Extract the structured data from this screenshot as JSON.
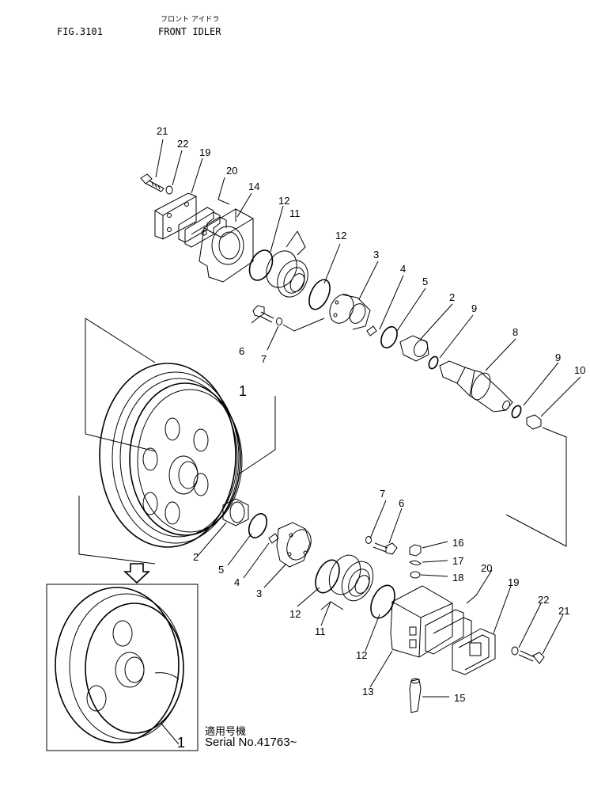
{
  "header": {
    "figure_no": "FIG.3101",
    "title_jp": "フロント アイドラ",
    "title": "FRONT IDLER"
  },
  "serial": {
    "label_jp": "適用号機",
    "number": "Serial No.41763~"
  },
  "callouts": {
    "c1a": "1",
    "c1b": "1",
    "c2a": "2",
    "c2b": "2",
    "c3a": "3",
    "c3b": "3",
    "c4a": "4",
    "c4b": "4",
    "c5a": "5",
    "c5b": "5",
    "c6a": "6",
    "c6b": "6",
    "c7a": "7",
    "c7b": "7",
    "c8": "8",
    "c9a": "9",
    "c9b": "9",
    "c10": "10",
    "c11a": "11",
    "c11b": "11",
    "c12a": "12",
    "c12b": "12",
    "c12c": "12",
    "c12d": "12",
    "c13": "13",
    "c14": "14",
    "c15": "15",
    "c16": "16",
    "c17": "17",
    "c18": "18",
    "c19a": "19",
    "c19b": "19",
    "c20a": "20",
    "c20b": "20",
    "c21a": "21",
    "c21b": "21",
    "c22a": "22",
    "c22b": "22"
  },
  "diagram": {
    "arrow_icon": "down-arrow-icon",
    "line_color": "#000000",
    "background": "#ffffff"
  }
}
